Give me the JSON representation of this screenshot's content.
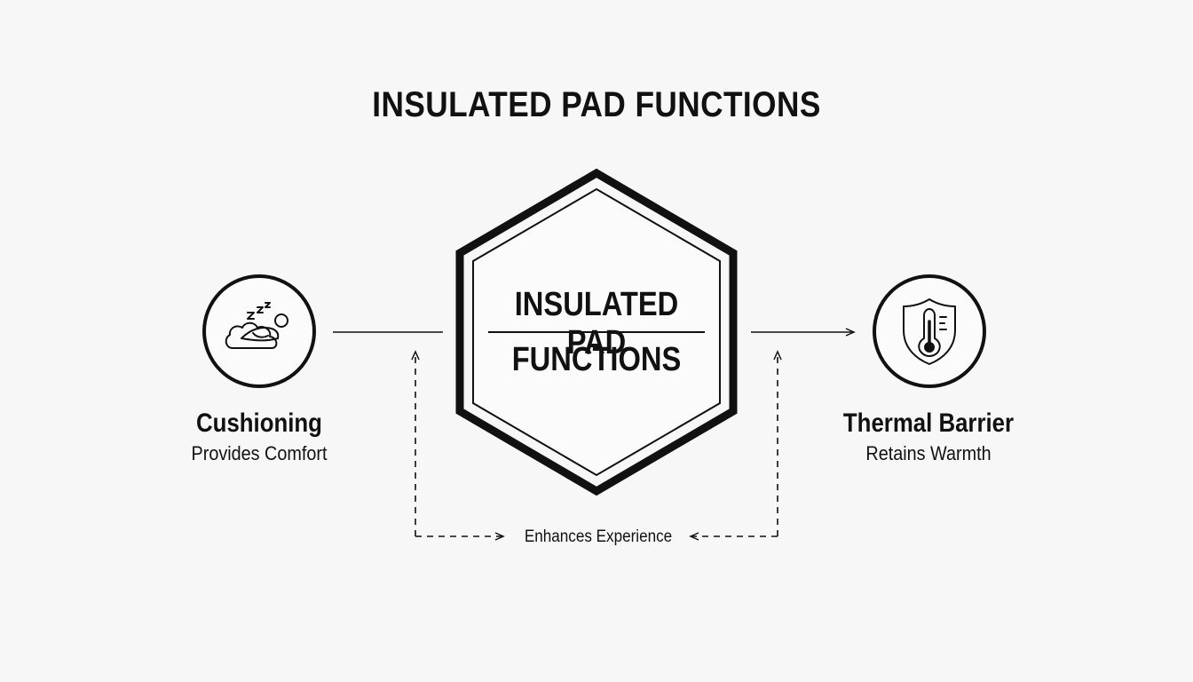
{
  "title": "INSULATED PAD FUNCTIONS",
  "center": {
    "line1": "INSULATED PAD",
    "line2": "FUNCTIONS"
  },
  "left": {
    "icon": "sleeping-person-on-cloud-icon",
    "name": "Cushioning",
    "description": "Provides Comfort"
  },
  "right": {
    "icon": "shield-thermometer-icon",
    "name": "Thermal Barrier",
    "description": "Retains Warmth"
  },
  "bottom": {
    "label": "Enhances Experience"
  },
  "colors": {
    "background": "#f7f7f7",
    "ink": "#111111"
  }
}
